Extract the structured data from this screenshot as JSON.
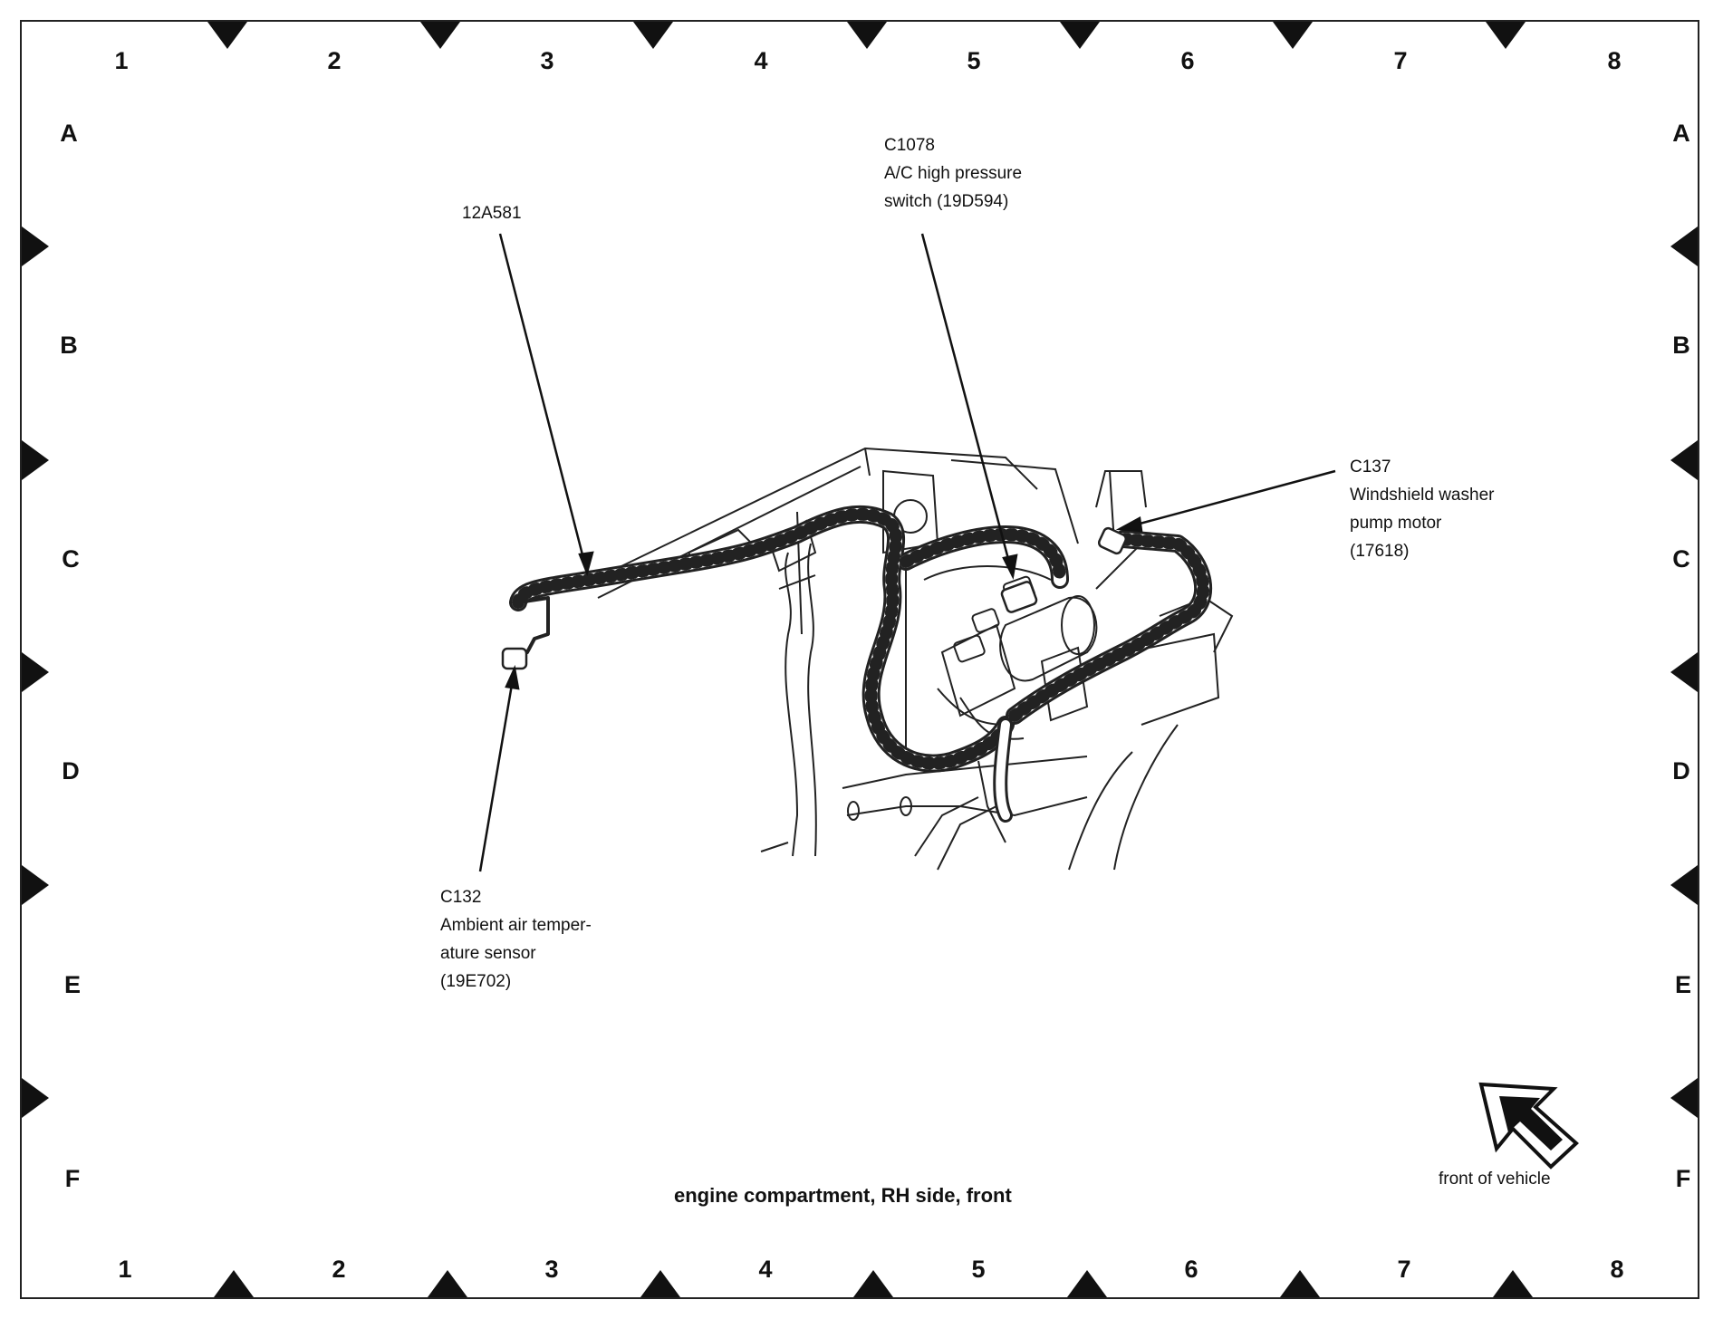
{
  "grid": {
    "columns": [
      "1",
      "2",
      "3",
      "4",
      "5",
      "6",
      "7",
      "8"
    ],
    "rows": [
      "A",
      "B",
      "C",
      "D",
      "E",
      "F"
    ]
  },
  "callouts": {
    "harness": {
      "code": "12A581"
    },
    "ac_switch": {
      "code": "C1078",
      "line1": "A/C high pressure",
      "line2": "switch (19D594)"
    },
    "washer_pump": {
      "code": "C137",
      "line1": "Windshield washer",
      "line2": "pump motor",
      "line3": "(17618)"
    },
    "ambient_sensor": {
      "code": "C132",
      "line1": "Ambient air temper-",
      "line2": "ature sensor",
      "line3": "(19E702)"
    }
  },
  "caption": "engine compartment, RH side, front",
  "orientation": {
    "label": "front of vehicle",
    "icon": "front-arrow-icon"
  }
}
